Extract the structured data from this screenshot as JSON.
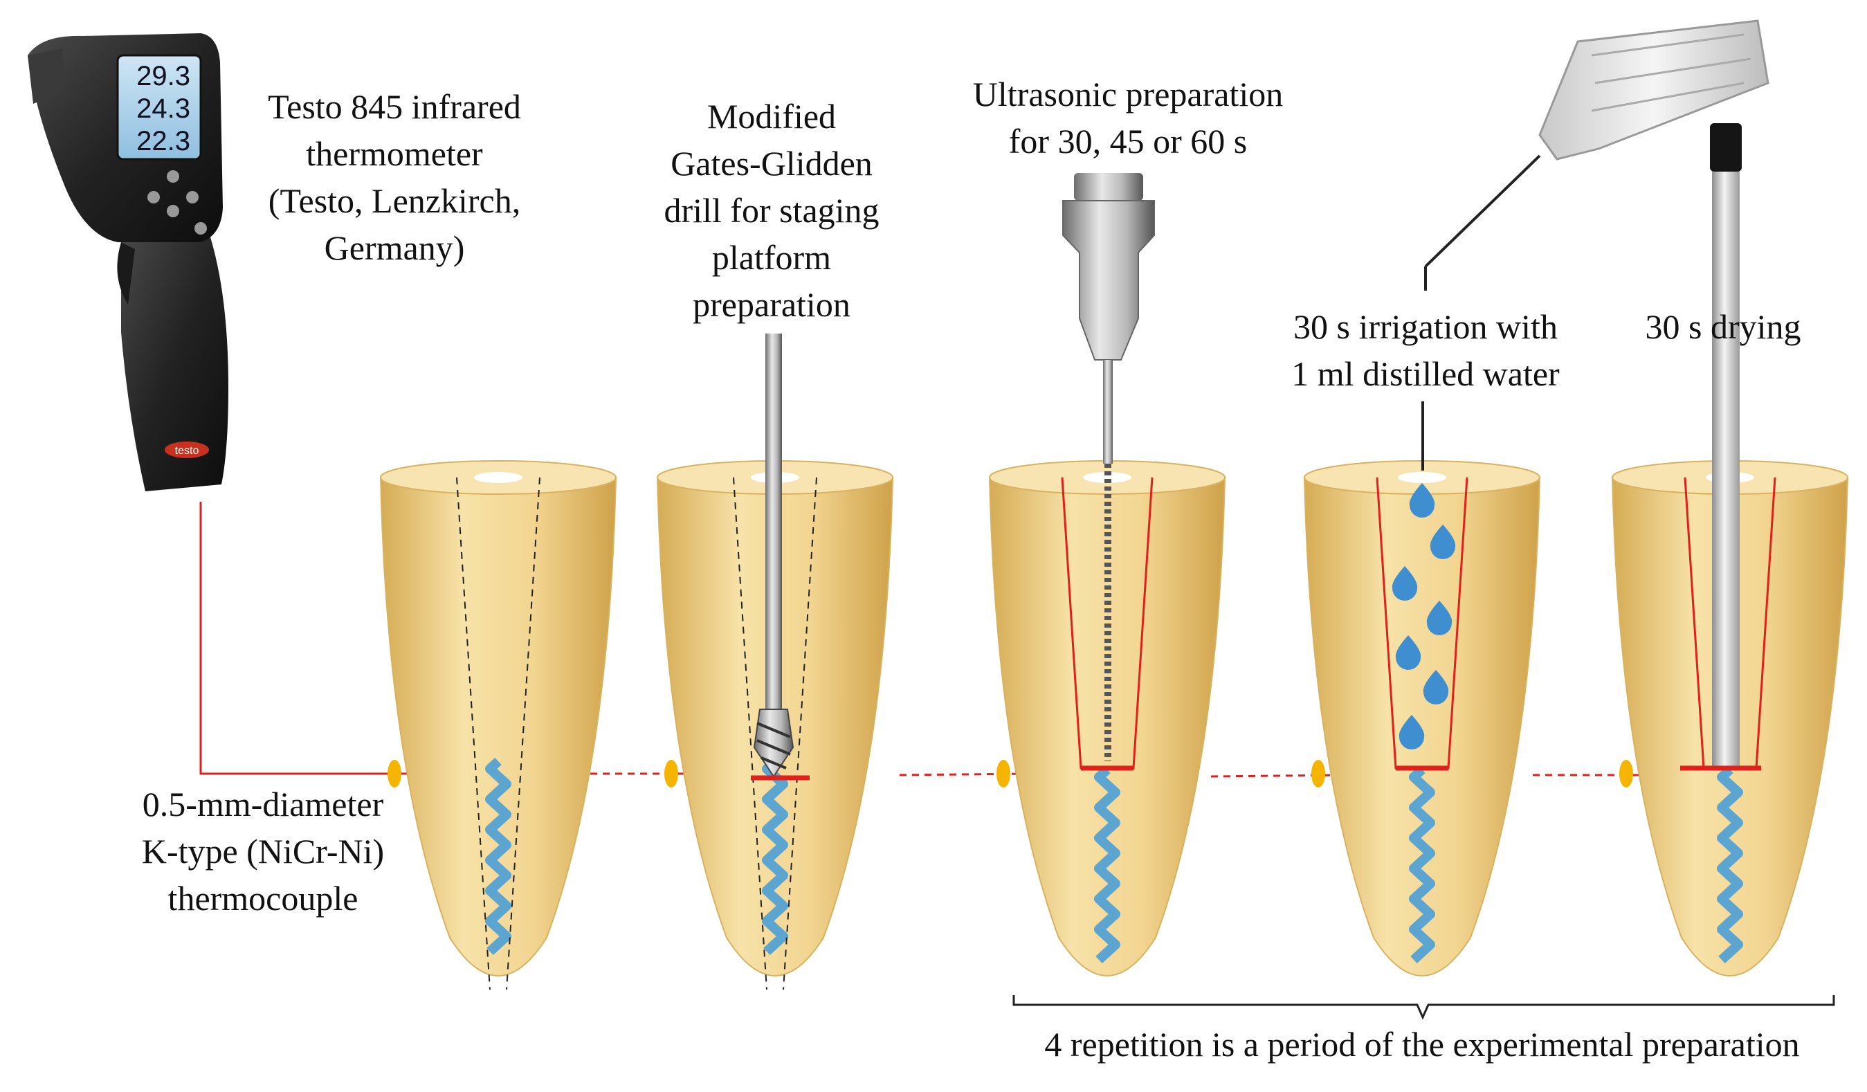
{
  "labels": {
    "thermometer": [
      "Testo 845 infrared",
      "thermometer",
      "(Testo, Lenzkirch,",
      "Germany)"
    ],
    "gates": [
      "Modified",
      "Gates-Glidden",
      "drill for staging",
      "platform",
      "preparation"
    ],
    "ultrasonic": [
      "Ultrasonic preparation",
      "for 30, 45 or 60 s"
    ],
    "irrigation": [
      "30 s irrigation with",
      "1 ml distilled water"
    ],
    "drying": [
      "30 s drying"
    ],
    "thermocouple": [
      "0.5-mm-diameter",
      "K-type (NiCr-Ni)",
      "thermocouple"
    ],
    "period": [
      "4 repetition is a period of the experimental preparation"
    ]
  },
  "display": {
    "readings": [
      "29.3",
      "24.3",
      "22.3"
    ],
    "brand": "testo"
  },
  "colors": {
    "root": "#f1d48e",
    "root_dark": "#d9b25f",
    "canal": "#4b9fd6",
    "wire": "#e0201a",
    "sensor": "#f4b400",
    "water": "#3f8fd0"
  }
}
